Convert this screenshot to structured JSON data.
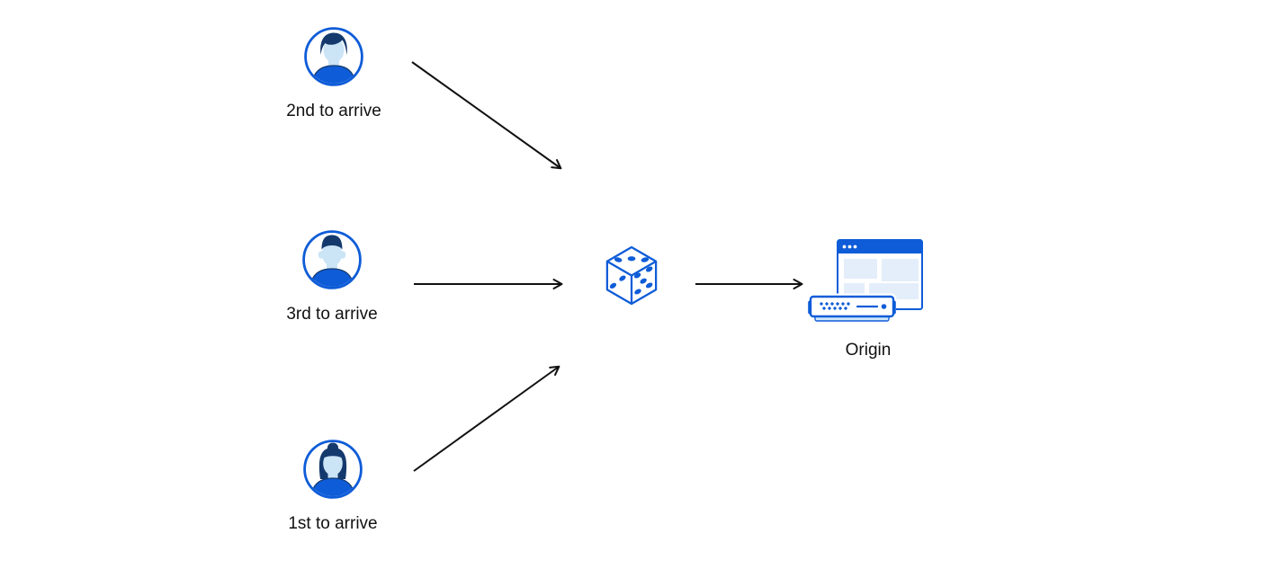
{
  "diagram": {
    "clients": [
      {
        "label": "2nd to arrive",
        "icon": "man-avatar-icon"
      },
      {
        "label": "3rd to arrive",
        "icon": "man-flattop-avatar-icon"
      },
      {
        "label": "1st to arrive",
        "icon": "woman-avatar-icon"
      }
    ],
    "router": {
      "icon": "dice-icon"
    },
    "origin": {
      "label": "Origin",
      "icons": [
        "browser-window-icon",
        "server-icon"
      ]
    },
    "arrows": [
      {
        "from": "client-2nd",
        "to": "dice"
      },
      {
        "from": "client-3rd",
        "to": "dice"
      },
      {
        "from": "client-1st",
        "to": "dice"
      },
      {
        "from": "dice",
        "to": "origin"
      }
    ],
    "colors": {
      "primary_blue": "#0e5cd8",
      "dark_navy": "#143a6d",
      "skin_light_blue": "#cbe4f6",
      "pale_block_blue": "#e4eefa",
      "server_base_blue": "#cfe7f8",
      "arrow_black": "#111111",
      "text_black": "#111111",
      "background": "#ffffff"
    }
  }
}
